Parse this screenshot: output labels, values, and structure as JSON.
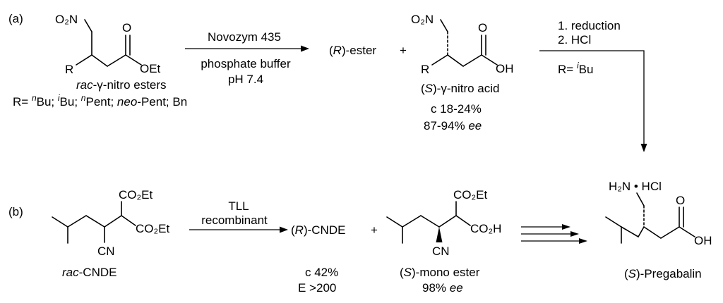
{
  "panel_a": {
    "label": "(a)",
    "reactant": {
      "no2": "O₂N",
      "r_atom": "R",
      "carbonyl_o": "O",
      "ester_group": "OEt",
      "caption_rac": "rac",
      "caption_rest": "-γ-nitro esters",
      "r_groups": {
        "prefix": "R= ",
        "n1": "n",
        "bu1": "Bu; ",
        "i1": "i",
        "bu2": "Bu; ",
        "n2": "n",
        "pent1": "Pent; ",
        "neo": "neo",
        "pent2": "-Pent; Bn"
      }
    },
    "arrow1": {
      "above": "Novozym 435",
      "below1": "phosphate buffer",
      "below2": "pH 7.4"
    },
    "r_ester": {
      "open": "(",
      "r": "R",
      "rest": ")-ester"
    },
    "plus": "+",
    "product": {
      "no2": "O₂N",
      "r_atom": "R",
      "carbonyl_o": "O",
      "acid_group": "OH",
      "caption_open": "(",
      "caption_s": "S",
      "caption_rest": ")-γ-nitro acid",
      "conversion": "c 18-24%",
      "ee_value": "87-94% ",
      "ee_label": "ee"
    },
    "arrow2": {
      "step1": "1. reduction",
      "step2": "2. HCl",
      "r_prefix": "R= ",
      "r_sup": "i",
      "r_rest": "Bu"
    }
  },
  "panel_b": {
    "label": "(b)",
    "reactant": {
      "co2et_top": "CO₂Et",
      "co2et_right": "CO₂Et",
      "cn": "CN",
      "caption_rac": "rac",
      "caption_rest": "-CNDE"
    },
    "arrow": {
      "above1": "TLL",
      "above2": "recombinant"
    },
    "r_cnde": {
      "open": "(",
      "r": "R",
      "rest": ")-CNDE"
    },
    "plus": "+",
    "conversion": "c 42%",
    "e_value": "E >200",
    "product": {
      "co2et": "CO₂Et",
      "co2h": "CO₂H",
      "cn": "CN",
      "caption_open": "(",
      "caption_s": "S",
      "caption_rest": ")-mono ester",
      "ee_value": "98% ",
      "ee_label": "ee"
    }
  },
  "pregabalin": {
    "amine": "H₂N",
    "salt": " • HCl",
    "carbonyl_o": "O",
    "acid_group": "OH",
    "caption_open": "(",
    "caption_s": "S",
    "caption_rest": ")-Pregabalin"
  }
}
